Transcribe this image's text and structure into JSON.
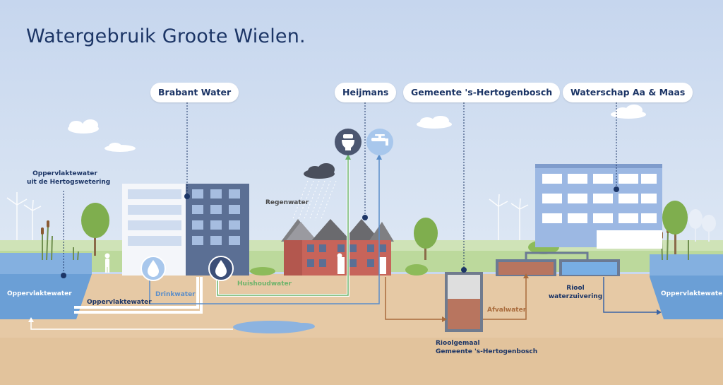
{
  "title": "Watergebruik Groote Wielen.",
  "organizations": {
    "brabant_water": "Brabant Water",
    "heijmans": "Heijmans",
    "gemeente": "Gemeente 's-Hertogenbosch",
    "waterschap": "Waterschap Aa & Maas"
  },
  "labels": {
    "oppervlaktewater_bron_line1": "Oppervlaktewater",
    "oppervlaktewater_bron_line2": "uit de Hertogswetering",
    "regenwater": "Regenwater",
    "oppervlaktewater_left": "Oppervlaktewater",
    "oppervlaktewater_pipe": "Oppervlaktewater",
    "drinkwater": "Drinkwater",
    "huishoudwater": "Huishoudwater",
    "afvalwater": "Afvalwater",
    "riool_line1": "Riool",
    "riool_line2": "waterzuivering",
    "rioolgemaal_line1": "Rioolgemaal",
    "rioolgemaal_line2": "Gemeente 's-Hertogenbosch",
    "oppervlaktewater_right": "Oppervlaktewater"
  },
  "icons": {
    "toilet": "toilet-icon",
    "tap": "tap-icon",
    "drop": "water-drop-icon",
    "rain_cloud": "rain-cloud-icon"
  },
  "colors": {
    "sky": "#c9d8ef",
    "ground": "#e6c9a5",
    "navy": "#1c3566",
    "drinkwater": "#5b8ec9",
    "huishoudwater": "#6cb36a",
    "afvalwater": "#a96b3c",
    "water": "#6b9fd6"
  }
}
